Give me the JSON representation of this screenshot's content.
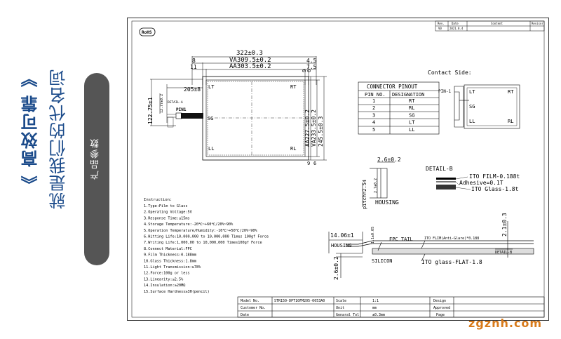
{
  "sidebar": {
    "slogan_line1": "《 高效可靠 》",
    "slogan_line2": "就是我们的代名词",
    "section_label": "产品参数"
  },
  "revision": {
    "headers": [
      "Rev.",
      "Date",
      "Content",
      "Revisor"
    ],
    "rev": "V0",
    "date": "2021.8.4"
  },
  "rohs": "RoHS",
  "dims": {
    "overall_width": "322±0.3",
    "va_width": "VA309.5±0.2",
    "aa_width": "AA303.5±0.2",
    "left8": "8",
    "left11": "11",
    "right45": "4.5",
    "right75": "7.5",
    "tail_len": "205±8",
    "tail_height": "122.75±1",
    "pin_offset": "12.77±0.2",
    "aa_height": "AA227.5±0.2",
    "va_height": "VA233.5±0.2",
    "overall_height": "245.5±0.3",
    "top6": "6",
    "top9": "9",
    "bot9": "9",
    "bot6": "6"
  },
  "corners": {
    "lt": "LT",
    "rt": "RT",
    "ll": "LL",
    "rl": "RL",
    "sg": "SG"
  },
  "callouts": {
    "detail_a": "DETAIL-A",
    "pin1": "PIN1",
    "detail_b": "DETAIL-B"
  },
  "connector": {
    "title": "CONNECTOR PINOUT",
    "headers": [
      "PIN NO.",
      "DESIGNATION"
    ],
    "rows": [
      [
        "1",
        "RT"
      ],
      [
        "2",
        "RL"
      ],
      [
        "3",
        "SG"
      ],
      [
        "4",
        "LT"
      ],
      [
        "5",
        "LL"
      ]
    ]
  },
  "contact": {
    "title": "Contact  Side:",
    "pin1": "PIN-1",
    "lt": "LT",
    "rt": "RT",
    "sg": "SG",
    "ll": "LL",
    "rl": "RL"
  },
  "housing": {
    "width": "2.6±0.2",
    "pitch": "pitch=2.54",
    "height": "2.7±0.2",
    "label": "HOUSING"
  },
  "layers": {
    "film": "ITO FILM-0.188t",
    "adhesive": "Adhesive=0.1T",
    "glass": "ITO Glass-1.8t"
  },
  "section": {
    "dim1406": "14.06±1",
    "housing": "HOUSING",
    "fpc": "FPC TAIL",
    "film_label": "ITO FLIM(Anti-Glare)*0.188",
    "silicon": "SILICON",
    "glass": "ITO glass-FLAT-1.8",
    "dim26": "2.6±0.2",
    "dim21": "2.1±0.3",
    "small": "1.1±0.05",
    "detail_b": "DETAIL-B"
  },
  "instructions": {
    "title": "Instruction:",
    "lines": [
      "1.Type:Film to Glass",
      "2.Operating Voltage:5V",
      "3.Response Time:≤15ms",
      "4.Storage Temperature:-20℃~+60℃/20%~90%",
      "5.Operation Temperature/Humidity:-10℃~+50℃/20%~90%",
      "6.Hitting Life:10,000,000 to 10,000,000 Times 100gf Force",
      "7.Writing Life:1,000,00 to 10,000,000 Times100gf Force",
      "8.Connect Material:FPC",
      "9.Film Thickness:0.188mm",
      "10.Glass Thickness:1.8mm",
      "11.Light Transmission:≥78%",
      "12.Force:100g or less",
      "13.Linearity:≤2.5%",
      "14.Insulation:≥20MΩ",
      "15.Surface Hardness≥3H(pencil)"
    ]
  },
  "title_block": {
    "model_label": "Model No.",
    "model_value": "STR150-DPT10FM205-0053A0",
    "customer_label": "Customer No.",
    "date_label": "Date",
    "scale_label": "Scale",
    "scale_value": "1:1",
    "unit_label": "Unit",
    "unit_value": "mm",
    "tol_label": "Genaral Tol",
    "tol_value": "±0.3mm",
    "design_label": "Design",
    "approved_label": "Approved",
    "page_label": "Page"
  },
  "watermark": "zgznh.com"
}
